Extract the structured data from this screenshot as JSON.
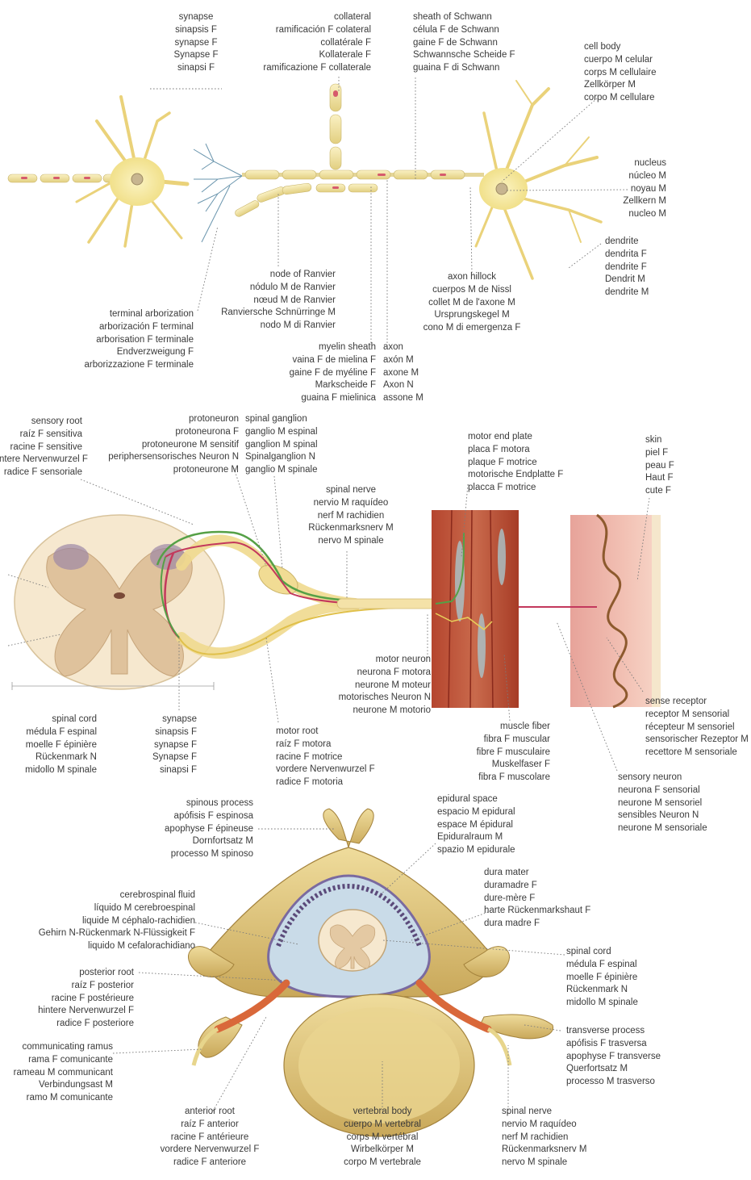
{
  "neuron": {
    "synapse": [
      "synapse",
      "sinapsis F",
      "synapse F",
      "Synapse F",
      "sinapsi F"
    ],
    "collateral": [
      "collateral",
      "ramificación F colateral",
      "collatérale F",
      "Kollaterale F",
      "ramificazione F collaterale"
    ],
    "sheath": [
      "sheath of Schwann",
      "célula F de Schwann",
      "gaine F de Schwann",
      "Schwannsche Scheide F",
      "guaina F di Schwann"
    ],
    "cell_body": [
      "cell body",
      "cuerpo M celular",
      "corps M cellulaire",
      "Zellkörper M",
      "corpo M cellulare"
    ],
    "nucleus": [
      "nucleus",
      "núcleo M",
      "noyau M",
      "Zellkern M",
      "nucleo M"
    ],
    "dendrite": [
      "dendrite",
      "dendrita F",
      "dendrite F",
      "Dendrit M",
      "dendrite M"
    ],
    "node": [
      "node of Ranvier",
      "nódulo M de Ranvier",
      "nœud M de Ranvier",
      "Ranviersche Schnürringe M",
      "nodo M di Ranvier"
    ],
    "hillock": [
      "axon hillock",
      "cuerpos M de Nissl",
      "collet M de l'axone M",
      "Ursprungskegel M",
      "cono M di emergenza F"
    ],
    "terminal": [
      "terminal arborization",
      "arborización F terminal",
      "arborisation F terminale",
      "Endverzweigung F",
      "arborizzazione F terminale"
    ],
    "myelin": [
      "myelin sheath",
      "vaina F de mielina F",
      "gaine F de myéline F",
      "Markscheide F",
      "guaina F mielinica"
    ],
    "axon": [
      "axon",
      "axón M",
      "axone M",
      "Axon N",
      "assone M"
    ]
  },
  "reflex": {
    "sensory_root": [
      "sensory root",
      "raíz F sensitiva",
      "racine F sensitive",
      "hintere Nervenwurzel F",
      "radice F sensoriale"
    ],
    "protoneuron": [
      "protoneuron",
      "protoneurona F",
      "protoneurone M sensitif",
      "periphersensorisches Neuron N",
      "protoneurone M"
    ],
    "spinal_ganglion": [
      "spinal ganglion",
      "ganglio M espinal",
      "ganglion M spinal",
      "Spinalganglion N",
      "ganglio M spinale"
    ],
    "motor_end_plate": [
      "motor end plate",
      "placa F motora",
      "plaque F motrice",
      "motorische Endplatte F",
      "placca F motrice"
    ],
    "skin": [
      "skin",
      "piel F",
      "peau F",
      "Haut F",
      "cute F"
    ],
    "spinal_nerve": [
      "spinal nerve",
      "nervio M raquídeo",
      "nerf M rachidien",
      "Rückenmarksnerv M",
      "nervo M spinale"
    ],
    "motor_neuron": [
      "motor neuron",
      "neurona F motora",
      "neurone M moteur",
      "motorisches Neuron N",
      "neurone M motorio"
    ],
    "spinal_cord": [
      "spinal cord",
      "médula F espinal",
      "moelle F épinière",
      "Rückenmark N",
      "midollo M spinale"
    ],
    "synapse": [
      "synapse",
      "sinapsis F",
      "synapse F",
      "Synapse F",
      "sinapsi F"
    ],
    "motor_root": [
      "motor root",
      "raíz F motora",
      "racine F motrice",
      "vordere Nervenwurzel F",
      "radice F motoria"
    ],
    "muscle_fiber": [
      "muscle fiber",
      "fibra F muscular",
      "fibre F musculaire",
      "Muskelfaser F",
      "fibra F muscolare"
    ],
    "sense_receptor": [
      "sense receptor",
      "receptor M sensorial",
      "récepteur M sensoriel",
      "sensorischer Rezeptor M",
      "recettore M sensoriale"
    ],
    "sensory_neuron": [
      "sensory neuron",
      "neurona F sensorial",
      "neurone M sensoriel",
      "sensibles Neuron N",
      "neurone M sensoriale"
    ]
  },
  "vertebra": {
    "spinous": [
      "spinous process",
      "apófisis F espinosa",
      "apophyse F épineuse",
      "Dornfortsatz M",
      "processo M spinoso"
    ],
    "epidural": [
      "epidural space",
      "espacio M epidural",
      "espace M épidural",
      "Epiduralraum M",
      "spazio M epidurale"
    ],
    "dura": [
      "dura mater",
      "duramadre F",
      "dure-mère F",
      "harte Rückenmarkshaut F",
      "dura madre F"
    ],
    "csf": [
      "cerebrospinal fluid",
      "líquido M cerebroespinal",
      "liquide M céphalo-rachidien",
      "Gehirn N-Rückenmark N-Flüssigkeit F",
      "liquido M cefalorachidiano"
    ],
    "spinal_cord": [
      "spinal cord",
      "médula F espinal",
      "moelle F épinière",
      "Rückenmark N",
      "midollo M spinale"
    ],
    "posterior_root": [
      "posterior root",
      "raíz F posterior",
      "racine F postérieure",
      "hintere Nervenwurzel F",
      "radice F posteriore"
    ],
    "transverse": [
      "transverse process",
      "apófisis F trasversa",
      "apophyse F transverse",
      "Querfortsatz M",
      "processo M trasverso"
    ],
    "communicating": [
      "communicating ramus",
      "rama F comunicante",
      "rameau M communicant",
      "Verbindungsast M",
      "ramo M comunicante"
    ],
    "anterior_root": [
      "anterior root",
      "raíz F anterior",
      "racine F antérieure",
      "vordere Nervenwurzel F",
      "radice F anteriore"
    ],
    "vertebral_body": [
      "vertebral body",
      "cuerpo M vertebral",
      "corps M vertébral",
      "Wirbelkörper M",
      "corpo M vertebrale"
    ],
    "spinal_nerve": [
      "spinal nerve",
      "nervio M raquídeo",
      "nerf M rachidien",
      "Rückenmarksnerv M",
      "nervo M spinale"
    ]
  }
}
